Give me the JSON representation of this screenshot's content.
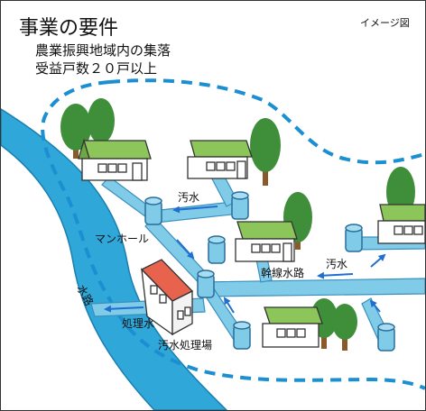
{
  "header": {
    "title": "事業の要件",
    "image_note": "イメージ図",
    "requirements": [
      "農業振興地域内の集落",
      "受益戸数２０戸以上"
    ]
  },
  "labels": {
    "sewage_top": "汚水",
    "sewage_right": "汚水",
    "manhole": "マンホール",
    "main_line": "幹線水路",
    "waterway": "水路",
    "treated_water": "処理水",
    "treatment_plant": "汚水処理場"
  },
  "colors": {
    "pipe": "#7fcbe8",
    "pipe_stroke": "#3a8fbf",
    "river": "#2fa7d8",
    "dash": "#1b8fd1",
    "roof_green": "#8cc65a",
    "roof_red": "#e8634e",
    "tree": "#3f8f3a",
    "trunk": "#8a5a2b",
    "arrow": "#1f6fd0"
  }
}
